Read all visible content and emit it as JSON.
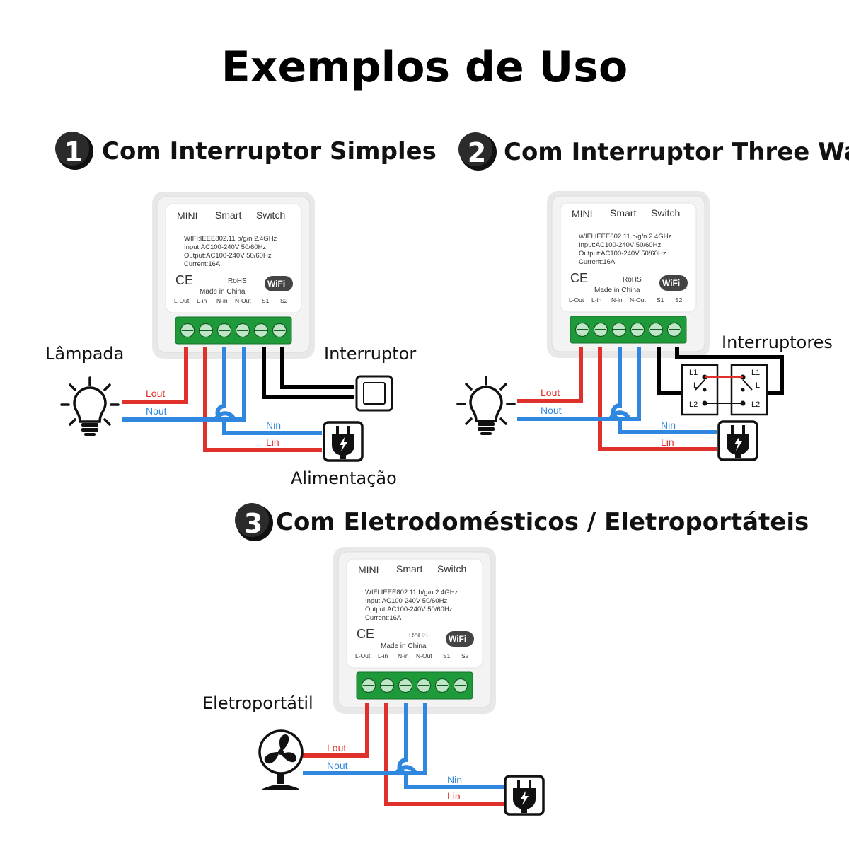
{
  "title": "Exemplos de Uso",
  "sections": [
    {
      "num": "1",
      "title": "Com Interruptor Simples"
    },
    {
      "num": "2",
      "title": "Com Interruptor Three Way"
    },
    {
      "num": "3",
      "title": "Com Eletrodomésticos / Eletroportáteis"
    }
  ],
  "device": {
    "head": [
      "MINI",
      "Smart",
      "Switch"
    ],
    "specs": [
      "WIFI:IEEE802.11 b/g/n 2.4GHz",
      "Input:AC100-240V 50/60Hz",
      "Output:AC100-240V 50/60Hz",
      "Current:16A"
    ],
    "ce": "CE",
    "rohs": "RoHS",
    "made": "Made  in  China",
    "wifi": "WiFi",
    "terminals": [
      "L-Out",
      "L-in",
      "N-in",
      "N-Out",
      "S1",
      "S2"
    ]
  },
  "wires": {
    "lout": "Lout",
    "nout": "Nout",
    "nin": "Nin",
    "lin": "Lin"
  },
  "labels": {
    "lamp1": "Lâmpada",
    "switch1": "Interruptor",
    "power1": "Alimentação",
    "switches2": "Interruptores",
    "appliance3": "Eletroportátil"
  },
  "threeway": {
    "l1": "L1",
    "l": "L",
    "l2": "L2"
  },
  "colors": {
    "live": "#e0302c",
    "neutral": "#2f87e0",
    "switch_wire": "#000000",
    "terminal_green": "#1f9a3a",
    "device_body": "#f2f2f2"
  },
  "icons": [
    "bulb-icon",
    "wall-switch-icon",
    "power-plug-icon",
    "fan-icon",
    "wifi-logo-icon"
  ]
}
